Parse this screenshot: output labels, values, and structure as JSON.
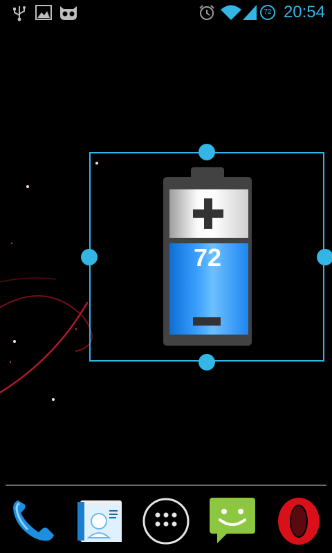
{
  "status_bar": {
    "icons": [
      "usb-icon",
      "image-icon",
      "cyanogen-icon",
      "alarm-icon",
      "wifi-icon",
      "signal-icon"
    ],
    "battery_badge": "72",
    "time": "20:54"
  },
  "battery_widget": {
    "level": "72",
    "level_fraction": 0.72,
    "colors": {
      "fill": "#3aa0ff",
      "frame": "#33b5e5",
      "casing": "#424242"
    }
  },
  "dock": {
    "apps": [
      "phone-icon",
      "contacts-icon",
      "app-drawer-icon",
      "messaging-icon",
      "opera-icon"
    ]
  }
}
